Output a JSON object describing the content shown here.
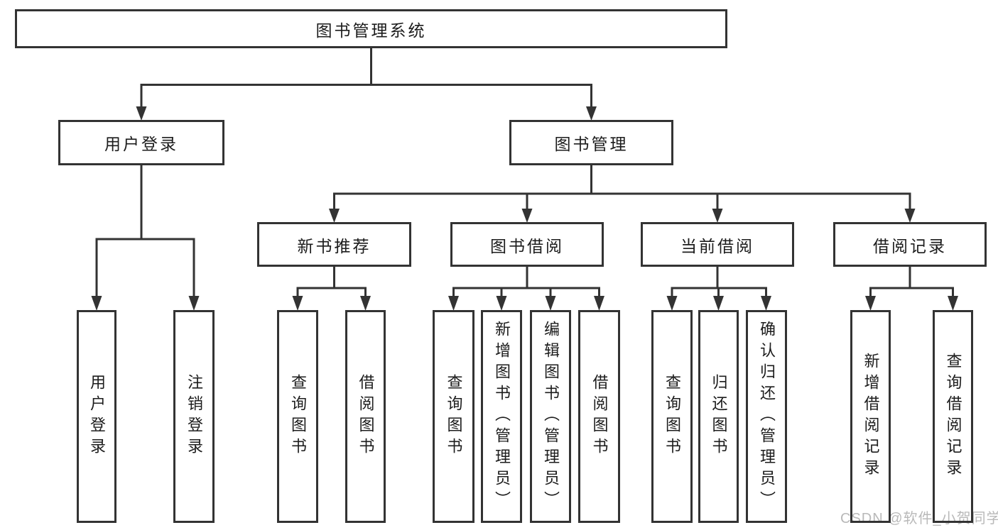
{
  "tree": {
    "root": {
      "label": "图书管理系统",
      "children": [
        {
          "label": "用户登录",
          "children": [
            {
              "label": "用户登录"
            },
            {
              "label": "注销登录"
            }
          ]
        },
        {
          "label": "图书管理",
          "children": [
            {
              "label": "新书推荐",
              "children": [
                {
                  "label": "查询图书"
                },
                {
                  "label": "借阅图书"
                }
              ]
            },
            {
              "label": "图书借阅",
              "children": [
                {
                  "label": "查询图书"
                },
                {
                  "label": "新增图书（管理员）"
                },
                {
                  "label": "编辑图书（管理员）"
                },
                {
                  "label": "借阅图书"
                }
              ]
            },
            {
              "label": "当前借阅",
              "children": [
                {
                  "label": "查询图书"
                },
                {
                  "label": "归还图书"
                },
                {
                  "label": "确认归还（管理员）"
                }
              ]
            },
            {
              "label": "借阅记录",
              "children": [
                {
                  "label": "新增借阅记录"
                },
                {
                  "label": "查询借阅记录"
                }
              ]
            }
          ]
        }
      ]
    }
  },
  "watermark": {
    "text": "CSDN @软件_小贺同学"
  },
  "colors": {
    "line": "#333333",
    "text": "#1c1c1c",
    "watermark": "#b9b9b9",
    "background": "#ffffff"
  }
}
